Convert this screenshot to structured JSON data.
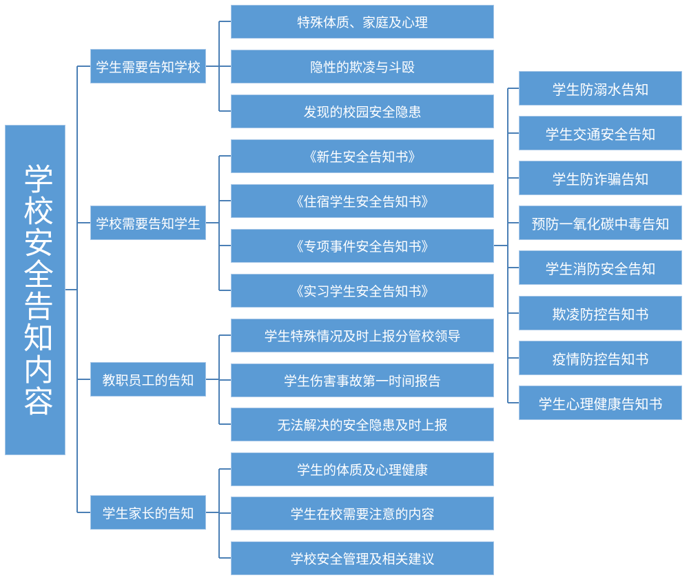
{
  "root": "学校安全告知内容",
  "branches": [
    {
      "label": "学生需要告知学校",
      "children": [
        "特殊体质、家庭及心理",
        "隐性的欺凌与斗殴",
        "发现的校园安全隐患"
      ]
    },
    {
      "label": "学校需要告知学生",
      "children": [
        "《新生安全告知书》",
        "《住宿学生安全告知书》",
        "《专项事件安全告知书》",
        "《实习学生安全告知书》"
      ]
    },
    {
      "label": "教职员工的告知",
      "children": [
        "学生特殊情况及时上报分管校领导",
        "学生伤害事故第一时间报告",
        "无法解决的安全隐患及时上报"
      ]
    },
    {
      "label": "学生家长的告知",
      "children": [
        "学生的体质及心理健康",
        "学生在校需要注意的内容",
        "学校安全管理及相关建议"
      ]
    }
  ],
  "special_notices": [
    "学生防溺水告知",
    "学生交通安全告知",
    "学生防诈骗告知",
    "预防一氧化碳中毒告知",
    "学生消防安全告知",
    "欺凌防控告知书",
    "疫情防控告知书",
    "学生心理健康告知书"
  ],
  "colors": {
    "box": "#5b9bd5",
    "line": "#4a7fb5"
  }
}
